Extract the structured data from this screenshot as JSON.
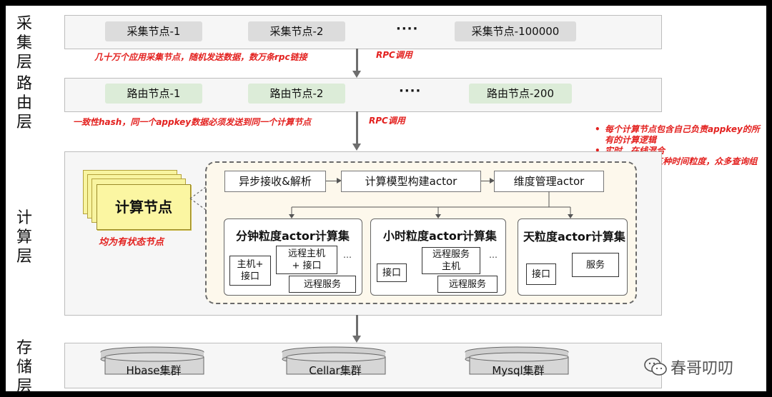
{
  "layers": {
    "collect": "采\n集\n层",
    "route": "路\n由\n层",
    "compute": "计\n算\n层",
    "storage": "存\n储\n层"
  },
  "collect_nodes": [
    "采集节点-1",
    "采集节点-2",
    "采集节点-100000"
  ],
  "route_nodes": [
    "路由节点-1",
    "路由节点-2",
    "路由节点-200"
  ],
  "ellipsis": "····",
  "small_ellipsis": "…",
  "notes": {
    "collect_desc": "几十万个应用采集节点，随机发送数据，数万条rpc链接",
    "rpc1": "RPC调用",
    "route_desc": "一致性hash，同一个appkey数据必须发送到同一个计算节点",
    "rpc2": "RPC调用",
    "stateful": "均为有状态节点",
    "bullets": [
      "每个计算节点包含自己负责appkey的所有的计算逻辑",
      "实时、在线混合",
      "Akka系统，三种时间粒度，众多查询组合维度"
    ]
  },
  "compute_node": "计算节点",
  "pipeline": [
    "异步接收&解析",
    "计算模型构建actor",
    "维度管理actor"
  ],
  "groups": [
    {
      "title": "分钟粒度actor计算集",
      "boxes": [
        "主机+\n接口",
        "远程主机\n+ 接口",
        "远程服务"
      ]
    },
    {
      "title": "小时粒度actor计算集",
      "boxes": [
        "接口",
        "远程服务\n主机",
        "远程服务"
      ]
    },
    {
      "title": "天粒度actor计算集",
      "boxes": [
        "接口",
        "服务"
      ]
    }
  ],
  "storage": [
    "Hbase集群",
    "Cellar集群",
    "Mysql集群"
  ],
  "watermark": "春哥叨叨",
  "colors": {
    "note_red": "#e3211f",
    "compute_yellow": "#fbf6a2",
    "gray_pill": "#dcdcdc",
    "green_pill": "#dcecd8"
  }
}
